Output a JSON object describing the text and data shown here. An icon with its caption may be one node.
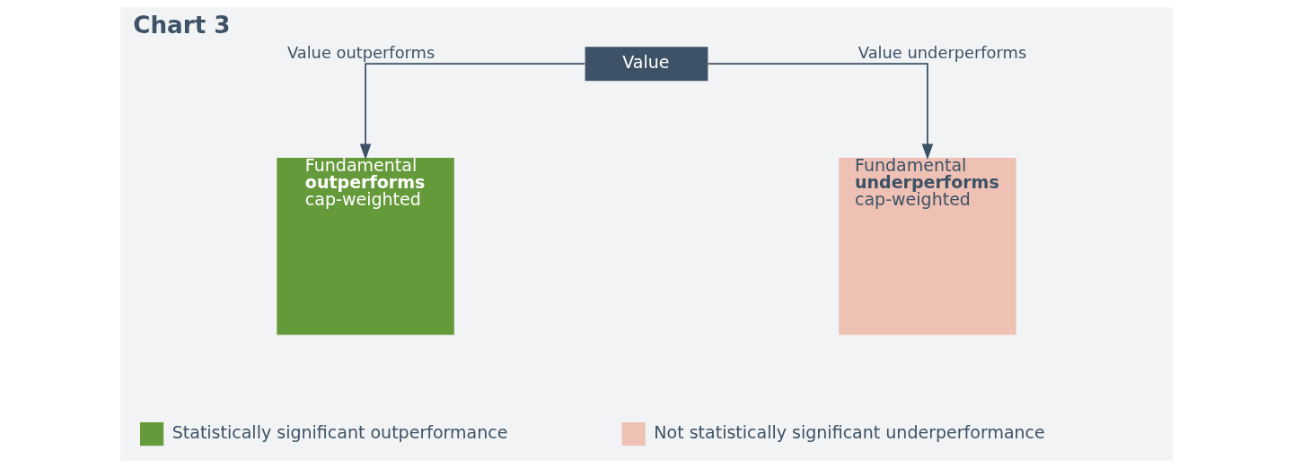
{
  "diagram": {
    "title": "Chart 3",
    "nodes": [
      {
        "text": [
          "Value"
        ]
      },
      {
        "text": [
          "Fundamental **outperforms** cap-weighted"
        ]
      },
      {
        "text": [
          "Fundamental **underperforms** cap-weighted"
        ]
      }
    ],
    "edges": [
      {
        "from": 0,
        "to": 1,
        "arrow": "to",
        "label": "Value outperforms"
      },
      {
        "from": 0,
        "to": 2,
        "arrow": "to",
        "label": "Value underperforms"
      }
    ],
    "legend": [
      {
        "text": "Statistically significant outperformance",
        "color": "#659a3a"
      },
      {
        "text": "Not statistically significant underperformance",
        "color": "#eec1b4"
      }
    ]
  }
}
